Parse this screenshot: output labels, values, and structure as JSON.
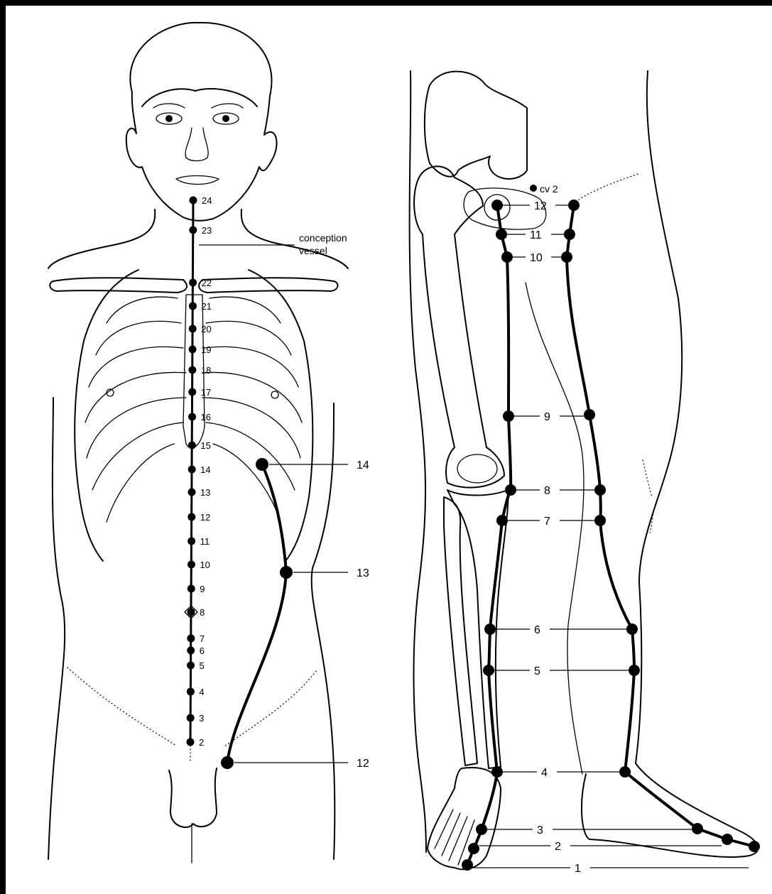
{
  "torso": {
    "conception_vessel_label": [
      "conception",
      "vessel"
    ],
    "cv_points": [
      "24",
      "23",
      "22",
      "21",
      "20",
      "19",
      "18",
      "17",
      "16",
      "15",
      "14",
      "13",
      "12",
      "11",
      "10",
      "9",
      "8",
      "7",
      "6",
      "5",
      "4",
      "3",
      "2"
    ],
    "liver_labels": [
      "14",
      "13",
      "12"
    ]
  },
  "leg": {
    "cv2_label": "cv 2",
    "points": [
      "12",
      "11",
      "10",
      "9",
      "8",
      "7",
      "6",
      "5",
      "4",
      "3",
      "2",
      "1"
    ]
  },
  "colors": {
    "ink": "#000000",
    "paper": "#ffffff"
  }
}
